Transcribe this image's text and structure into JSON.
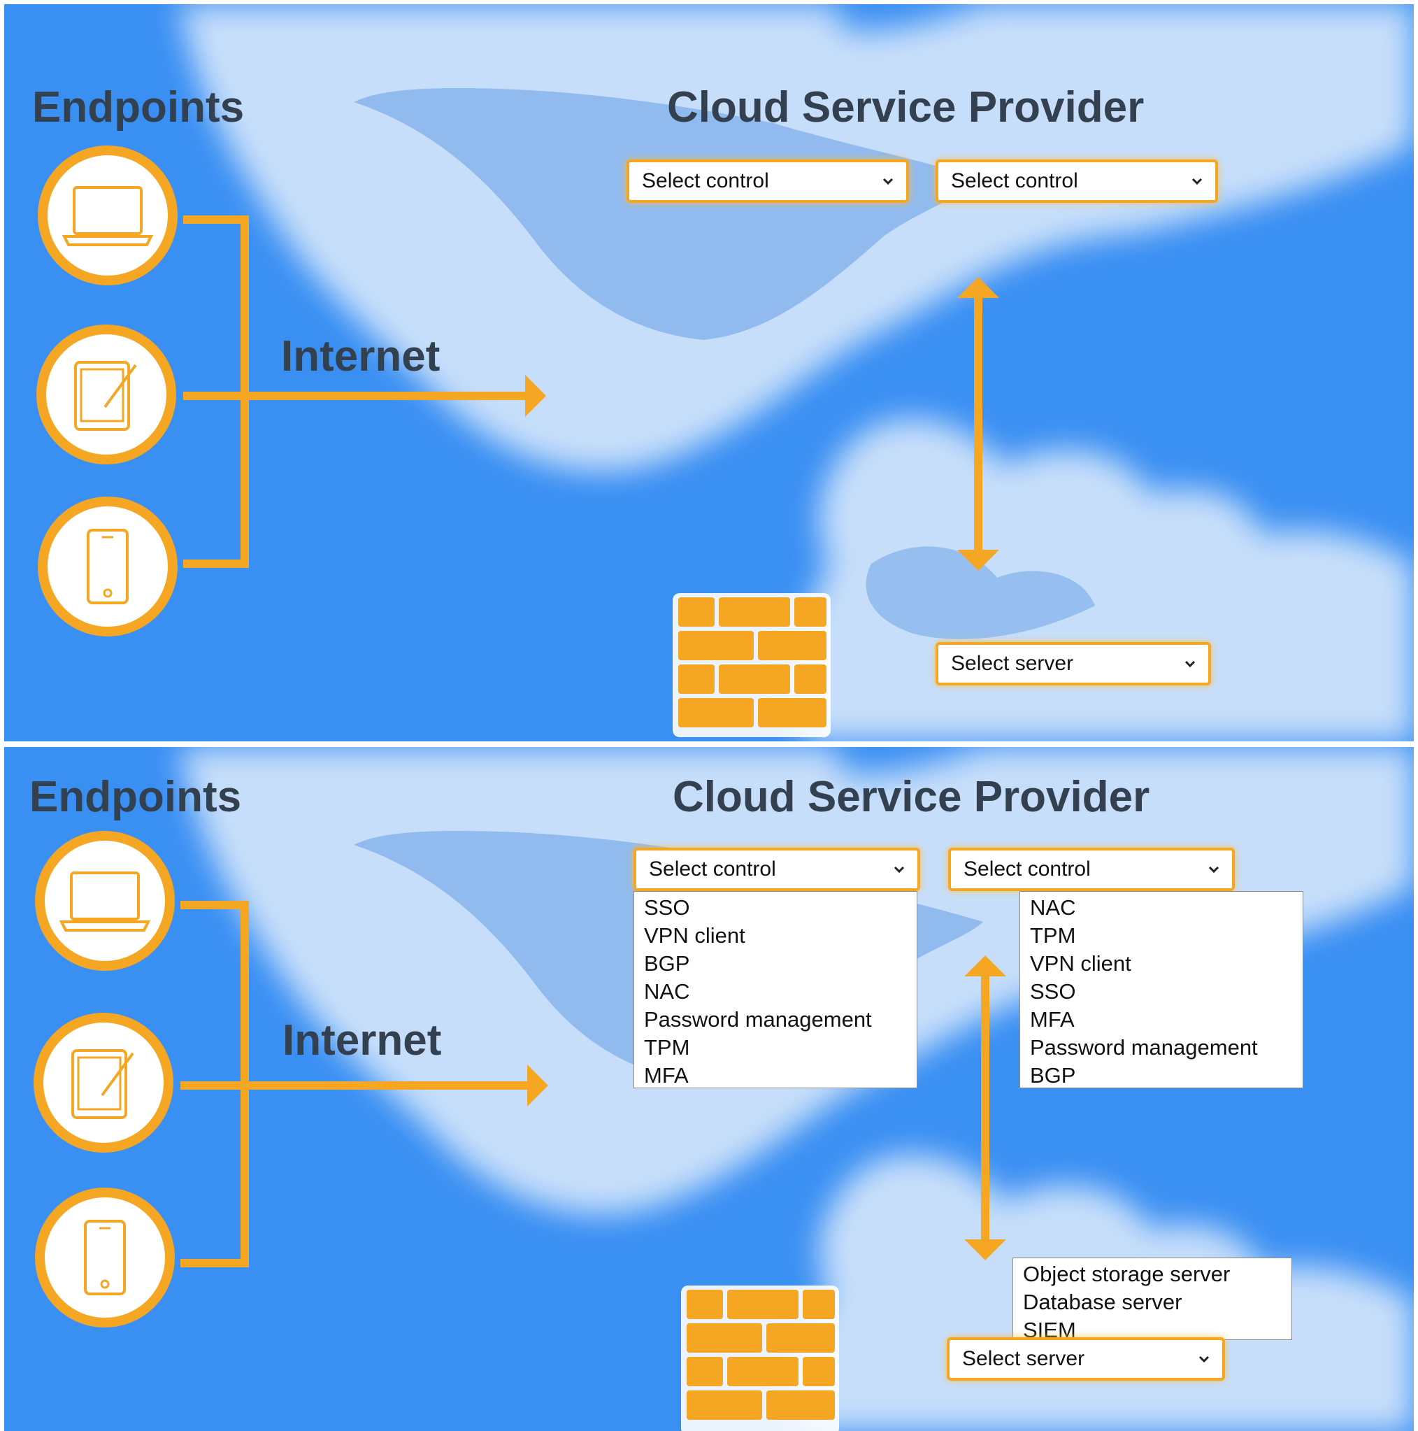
{
  "panels": [
    {
      "state": "collapsed",
      "headings": {
        "endpoints": "Endpoints",
        "csp": "Cloud Service Provider",
        "internet": "Internet"
      },
      "control_select_1": {
        "value": "Select control"
      },
      "control_select_2": {
        "value": "Select control"
      },
      "server_select": {
        "value": "Select server"
      }
    },
    {
      "state": "expanded",
      "headings": {
        "endpoints": "Endpoints",
        "csp": "Cloud Service Provider",
        "internet": "Internet"
      },
      "control_select_1": {
        "value": "Select control",
        "options": [
          "SSO",
          "VPN client",
          "BGP",
          "NAC",
          "Password management",
          "TPM",
          "MFA"
        ]
      },
      "control_select_2": {
        "value": "Select control",
        "options": [
          "NAC",
          "TPM",
          "VPN client",
          "SSO",
          "MFA",
          "Password management",
          "BGP"
        ]
      },
      "server_select": {
        "value": "Select server",
        "options": [
          "Object storage server",
          "Database server",
          "SIEM"
        ]
      }
    }
  ],
  "icons": [
    "laptop-icon",
    "tablet-icon",
    "smartphone-icon",
    "firewall-icon",
    "chevron-down-icon",
    "arrow-icon"
  ],
  "colors": {
    "sky": "#3a8ff3",
    "cloud": "#cfe3fb",
    "accent": "#f5a623",
    "heading": "#33404f"
  }
}
